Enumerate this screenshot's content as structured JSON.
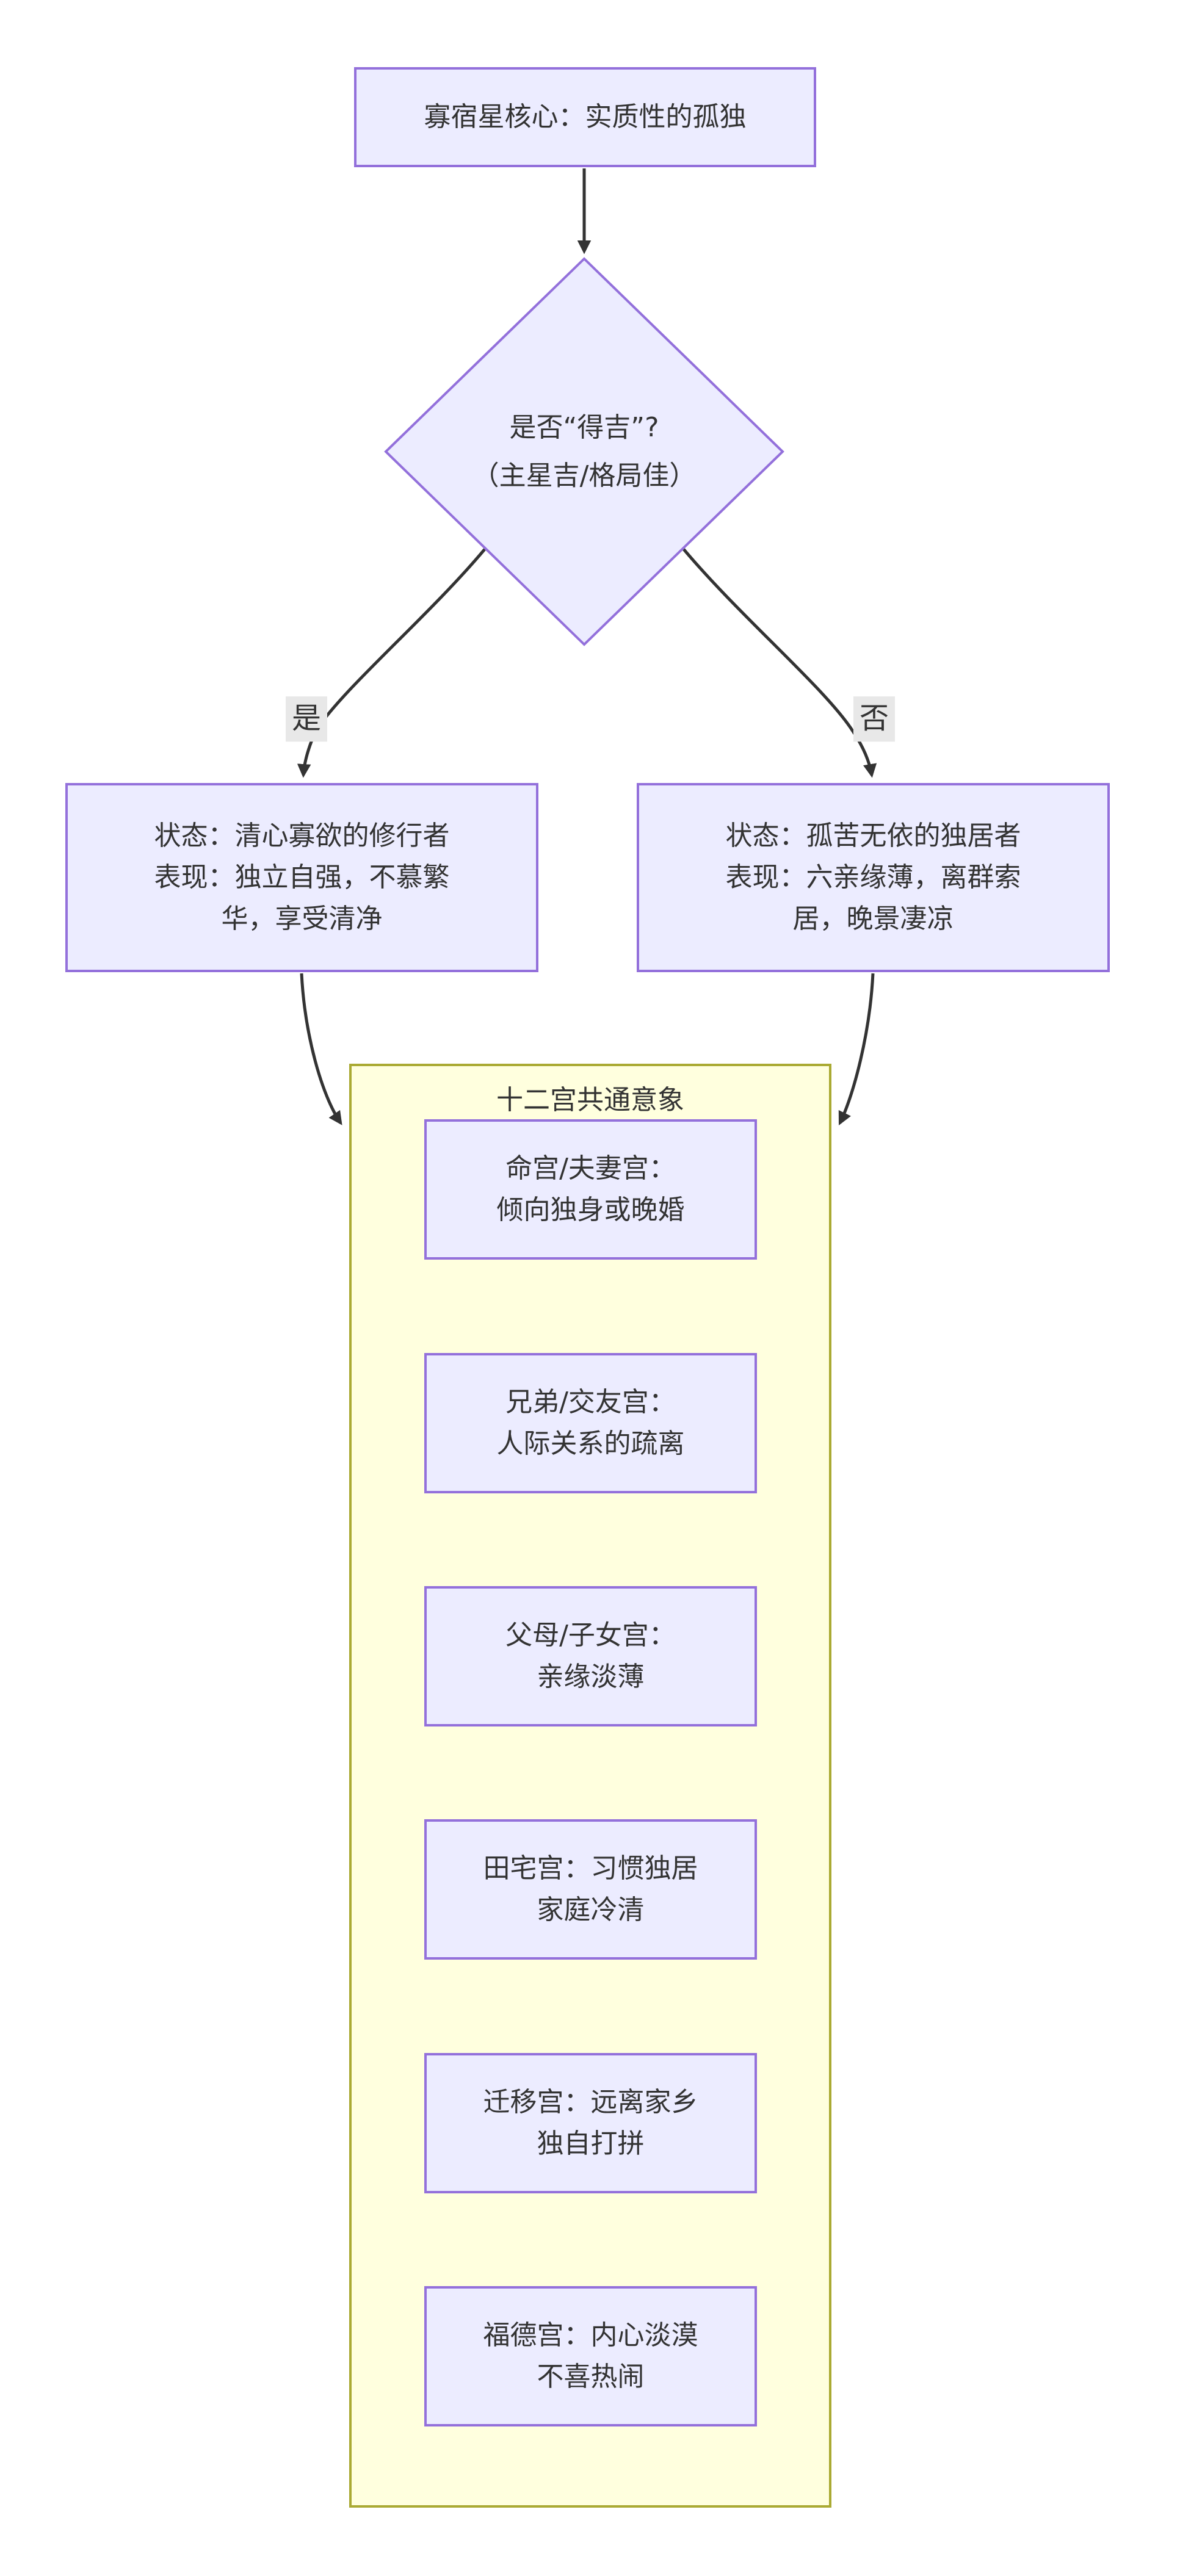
{
  "diagram": {
    "root": "寡宿星核心：实质性的孤独",
    "decision": "是否“得吉”?\n（主星吉/格局佳）",
    "edge_yes": "是",
    "edge_no": "否",
    "outcome_good": "状态：清心寡欲的修行者\n表现：独立自强，不慕繁\n华，享受清净",
    "outcome_bad": "状态：孤苦无依的独居者\n表现：六亲缘薄，离群索\n居，晚景凄凉",
    "subgraph_title": "十二宫共通意象",
    "palaces": [
      "命宫/夫妻宫：\n倾向独身或晚婚",
      "兄弟/交友宫：\n人际关系的疏离",
      "父母/子女宫：\n亲缘淡薄",
      "田宅宫：习惯独居\n家庭冷清",
      "迁移宫：远离家乡\n独自打拼",
      "福德宫：内心淡漠\n不喜热闹"
    ],
    "colors": {
      "node_fill": "#ECECFF",
      "node_border": "#9370DB",
      "subgraph_fill": "#FFFFDE",
      "subgraph_border": "#AAAA33",
      "edge": "#333333",
      "edge_label_bg": "#E8E8E8",
      "text": "#333333"
    }
  }
}
